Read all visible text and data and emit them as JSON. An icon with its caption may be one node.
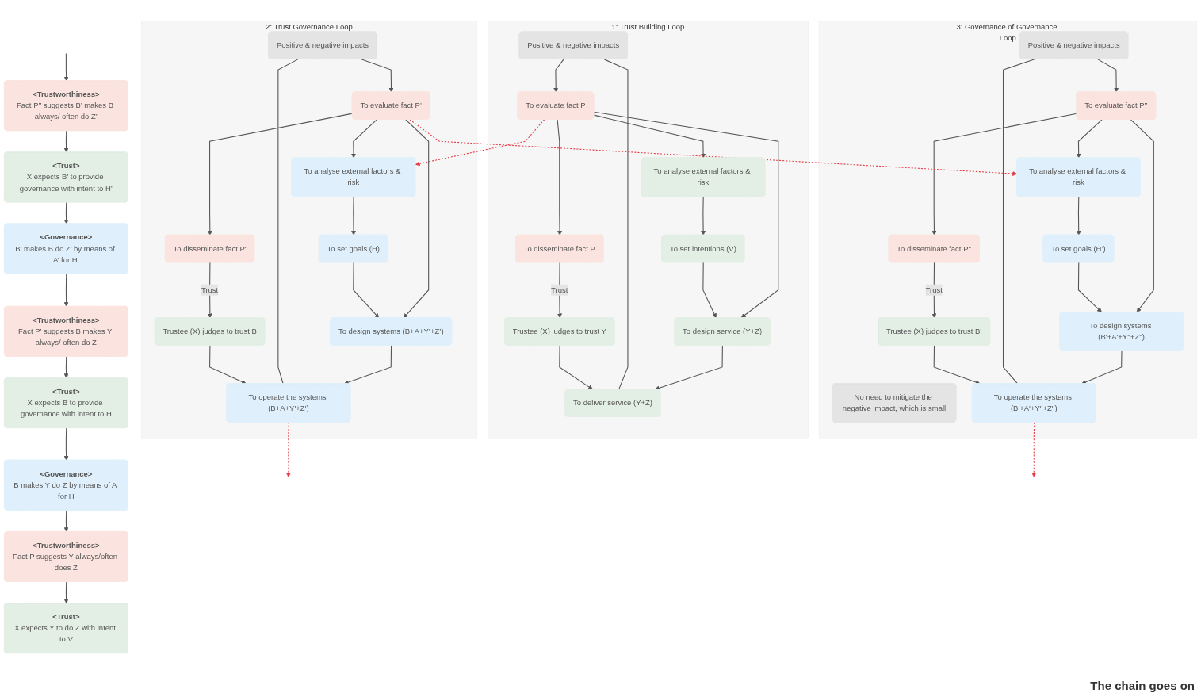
{
  "diagram": {
    "nodes": [
      {
        "text": [
          "<Trust>",
          "X expects Y to do Z with intent to V"
        ]
      },
      {
        "text": [
          "<Trustworthiness>",
          "Fact P suggests Y always/often does Z"
        ]
      },
      {
        "text": [
          "<Governance>",
          "B makes Y do Z by means of A for H"
        ]
      },
      {
        "text": [
          "<Trust>",
          "X expects B to provide governance with intent to H"
        ]
      },
      {
        "text": [
          "<Trustworthiness>",
          "Fact P’ suggests B makes Y always/ often do Z"
        ]
      },
      {
        "text": [
          "<Governance>",
          "B’ makes B do Z’ by means of A’ for H’"
        ]
      },
      {
        "text": [
          "<Trust>",
          "X expects B’ to provide governance with intent to H’"
        ]
      },
      {
        "text": [
          "<Trustworthiness>",
          "Fact P’’ suggests B’ makes B always/ often do Z’"
        ]
      },
      {
        "text": [
          "1: Trust Building Loop"
        ]
      },
      {
        "text": [
          "Trustee (X) judges to trust Y"
        ],
        "in": 8
      },
      {
        "text": [
          "To set intentions (V)"
        ],
        "in": 8
      },
      {
        "text": [
          "To analyse external factors & risk"
        ],
        "in": 8
      },
      {
        "text": [
          "To design service (Y+Z)"
        ],
        "in": 8
      },
      {
        "text": [
          "To disseminate fact P"
        ],
        "in": 8
      },
      {
        "text": [
          "To evaluate fact P"
        ],
        "in": 8
      },
      {
        "text": [
          "Positive & negative impacts"
        ],
        "in": 8
      },
      {
        "text": [
          "To deliver service (Y+Z)"
        ],
        "in": 8
      },
      {
        "text": [
          "2: Trust Governance Loop"
        ]
      },
      {
        "text": [
          "Trustee (X) judges to trust B"
        ],
        "in": 17
      },
      {
        "text": [
          "To set goals (H)"
        ],
        "in": 17
      },
      {
        "text": [
          "To analyse external factors & risk"
        ],
        "in": 17
      },
      {
        "text": [
          "To design systems (B+A+Y’+Z’)"
        ],
        "in": 17
      },
      {
        "text": [
          "To disseminate fact P'"
        ],
        "in": 17
      },
      {
        "text": [
          "To evaluate fact P’"
        ],
        "in": 17
      },
      {
        "text": [
          "Positive & negative impacts"
        ],
        "in": 17
      },
      {
        "text": [
          "To operate the systems (B+A+Y'+Z')"
        ],
        "in": 17
      },
      {
        "text": [
          "3: Governance of Governance Loop"
        ]
      },
      {
        "text": [
          "Trustee (X) judges to trust B’"
        ],
        "in": 26
      },
      {
        "text": [
          "To set goals (H’)"
        ],
        "in": 26
      },
      {
        "text": [
          "To analyse external factors & risk"
        ],
        "in": 26
      },
      {
        "text": [
          "To design systems (B'+A'+Y''+Z'')"
        ],
        "in": 26
      },
      {
        "text": [
          "To disseminate fact P''"
        ],
        "in": 26
      },
      {
        "text": [
          "To evaluate fact P’’"
        ],
        "in": 26
      },
      {
        "text": [
          "Positive & negative impacts"
        ],
        "in": 26
      },
      {
        "text": [
          "No need to mitigate the negative impact, which is small"
        ],
        "in": 26
      },
      {
        "text": [
          "To operate the systems (B'+A'+Y''+Z'')"
        ],
        "in": 26
      }
    ],
    "edges": [
      {
        "from": 1,
        "to": 0,
        "arrow": "to"
      },
      {
        "from": 2,
        "to": 1,
        "arrow": "to"
      },
      {
        "from": 3,
        "to": 2,
        "arrow": "to"
      },
      {
        "from": 4,
        "to": 3,
        "arrow": "to"
      },
      {
        "from": 5,
        "to": 4,
        "arrow": "to"
      },
      {
        "from": 6,
        "to": 5,
        "arrow": "to"
      },
      {
        "from": 7,
        "to": 6,
        "arrow": "to"
      },
      {
        "from": null,
        "to": 7,
        "arrow": "to"
      },
      {
        "from": 13,
        "to": 9,
        "arrow": "to",
        "label": "Trust"
      },
      {
        "from": 9,
        "to": 16,
        "arrow": "to"
      },
      {
        "from": 11,
        "to": 10,
        "arrow": "to"
      },
      {
        "from": 10,
        "to": 12,
        "arrow": "to"
      },
      {
        "from": 14,
        "to": 11,
        "arrow": "to"
      },
      {
        "from": 14,
        "to": 12,
        "arrow": "to"
      },
      {
        "from": 14,
        "to": 13,
        "arrow": "to"
      },
      {
        "from": 15,
        "to": 14,
        "arrow": "to"
      },
      {
        "from": 15,
        "to": 16,
        "arrow": "none"
      },
      {
        "from": 12,
        "to": 16,
        "arrow": "to"
      },
      {
        "from": 22,
        "to": 18,
        "arrow": "to",
        "label": "Trust"
      },
      {
        "from": 18,
        "to": 25,
        "arrow": "to"
      },
      {
        "from": 20,
        "to": 19,
        "arrow": "to"
      },
      {
        "from": 19,
        "to": 21,
        "arrow": "to"
      },
      {
        "from": 23,
        "to": 20,
        "arrow": "to"
      },
      {
        "from": 23,
        "to": 21,
        "arrow": "to"
      },
      {
        "from": 23,
        "to": 22,
        "arrow": "to"
      },
      {
        "from": 24,
        "to": 23,
        "arrow": "to"
      },
      {
        "from": 24,
        "to": 25,
        "arrow": "none"
      },
      {
        "from": 21,
        "to": 25,
        "arrow": "to"
      },
      {
        "from": 31,
        "to": 27,
        "arrow": "to",
        "label": "Trust"
      },
      {
        "from": 27,
        "to": 35,
        "arrow": "to"
      },
      {
        "from": 29,
        "to": 28,
        "arrow": "to"
      },
      {
        "from": 28,
        "to": 30,
        "arrow": "to"
      },
      {
        "from": 32,
        "to": 29,
        "arrow": "to"
      },
      {
        "from": 32,
        "to": 30,
        "arrow": "to"
      },
      {
        "from": 32,
        "to": 31,
        "arrow": "to"
      },
      {
        "from": 33,
        "to": 32,
        "arrow": "to"
      },
      {
        "from": 33,
        "to": 35,
        "arrow": "none"
      },
      {
        "from": 30,
        "to": 35,
        "arrow": "to"
      },
      {
        "from": 14,
        "to": 20,
        "arrow": "to",
        "style": "dashed",
        "color": "#e53945"
      },
      {
        "from": 23,
        "to": 29,
        "arrow": "to",
        "style": "dashed",
        "color": "#e53945"
      },
      {
        "from": 25,
        "to": null,
        "arrow": "to",
        "style": "dashed",
        "color": "#e53945"
      },
      {
        "from": 35,
        "to": null,
        "arrow": "to",
        "style": "dashed",
        "color": "#e53945"
      }
    ],
    "labels": [
      "The chain goes on"
    ]
  }
}
